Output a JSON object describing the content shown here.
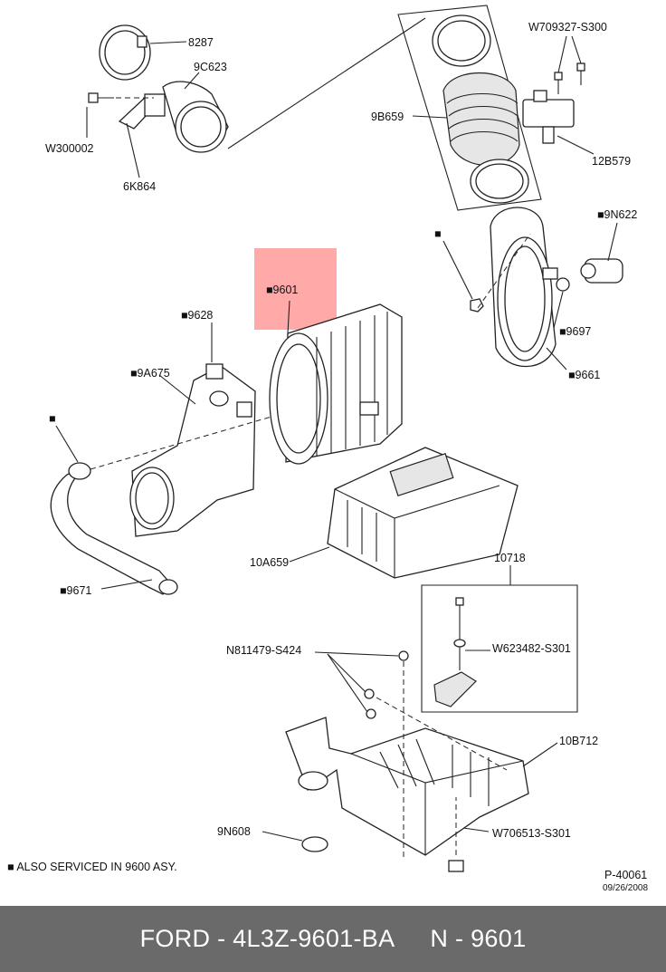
{
  "callouts": {
    "c8287": "8287",
    "c9C623": "9C623",
    "cW300002": "W300002",
    "c6K864": "6K864",
    "c9B659": "9B659",
    "cW709327": "W709327-S300",
    "c12B579": "12B579",
    "c9N622": "■9N622",
    "c9601": "■9601",
    "c9628": "■9628",
    "c9A675": "■9A675",
    "c9697": "■9697",
    "c9661": "■9661",
    "cSquareA": "■",
    "cSquareB": "■",
    "c9671": "■9671",
    "c10A659": "10A659",
    "c10718": "10718",
    "cN811479": "N811479-S424",
    "cW623482": "W623482-S301",
    "c10B712": "10B712",
    "c9N608": "9N608",
    "cW706513": "W706513-S301"
  },
  "note": "■ ALSO SERVICED IN 9600 ASY.",
  "figure_id": "P-40061",
  "figure_date": "09/26/2008",
  "highlight_color": "#ff9a9a",
  "footer": {
    "brand": "FORD - 4L3Z-9601-BA",
    "part": "N - 9601"
  }
}
